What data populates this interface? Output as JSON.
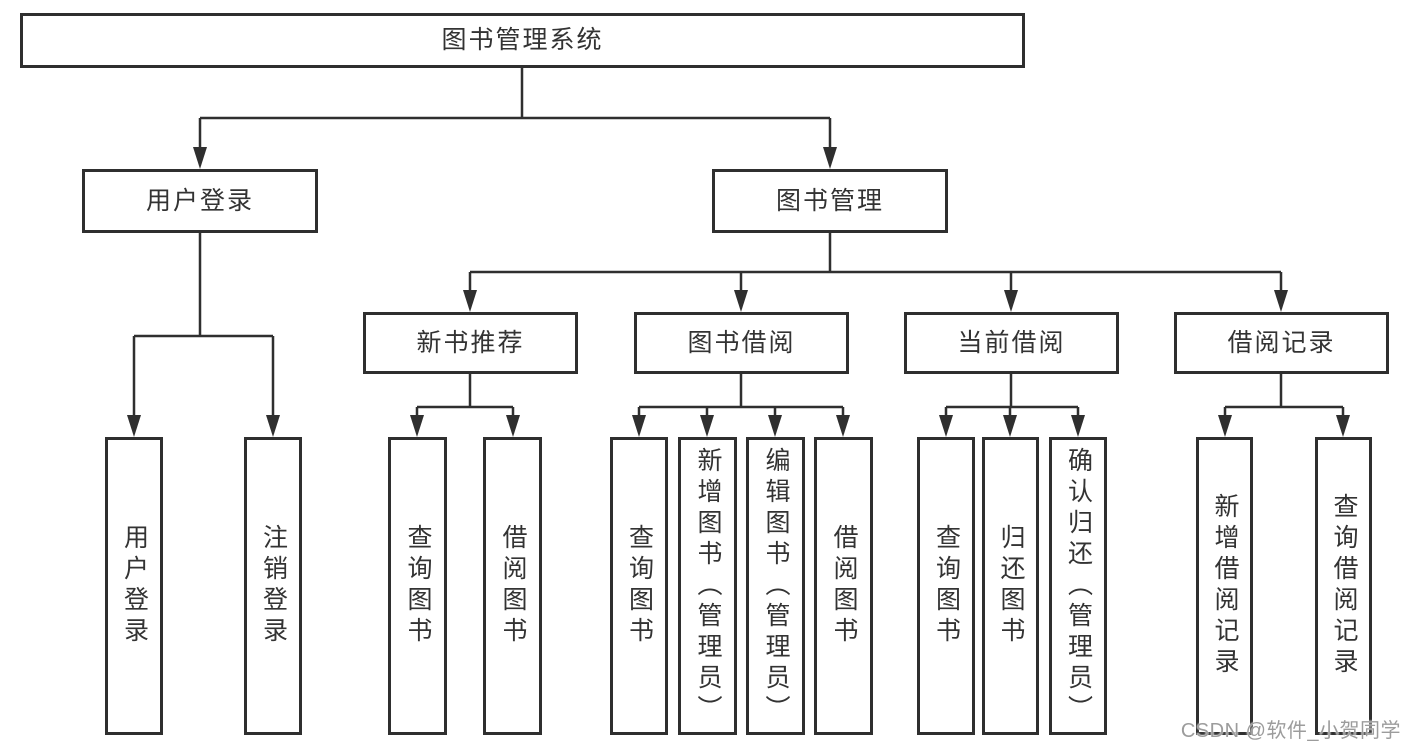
{
  "diagram": {
    "line_color": "#2f2f2f",
    "box_border_color": "#2f2f2f",
    "text_color": "#333333",
    "root": {
      "label": "图书管理系统"
    },
    "branches": [
      {
        "label": "用户登录",
        "children": [
          {
            "label": "用户登录"
          },
          {
            "label": "注销登录"
          }
        ]
      },
      {
        "label": "图书管理",
        "children": [
          {
            "label": "新书推荐",
            "children": [
              {
                "label": "查询图书"
              },
              {
                "label": "借阅图书"
              }
            ]
          },
          {
            "label": "图书借阅",
            "children": [
              {
                "label": "查询图书"
              },
              {
                "label": "新增图书（管理员）"
              },
              {
                "label": "编辑图书（管理员）"
              },
              {
                "label": "借阅图书"
              }
            ]
          },
          {
            "label": "当前借阅",
            "children": [
              {
                "label": "查询图书"
              },
              {
                "label": "归还图书"
              },
              {
                "label": "确认归还（管理员）"
              }
            ]
          },
          {
            "label": "借阅记录",
            "children": [
              {
                "label": "新增借阅记录"
              },
              {
                "label": "查询借阅记录"
              }
            ]
          }
        ]
      }
    ]
  },
  "watermark": {
    "text": "CSDN @软件_小贺同学",
    "color": "#9c9c9c"
  }
}
